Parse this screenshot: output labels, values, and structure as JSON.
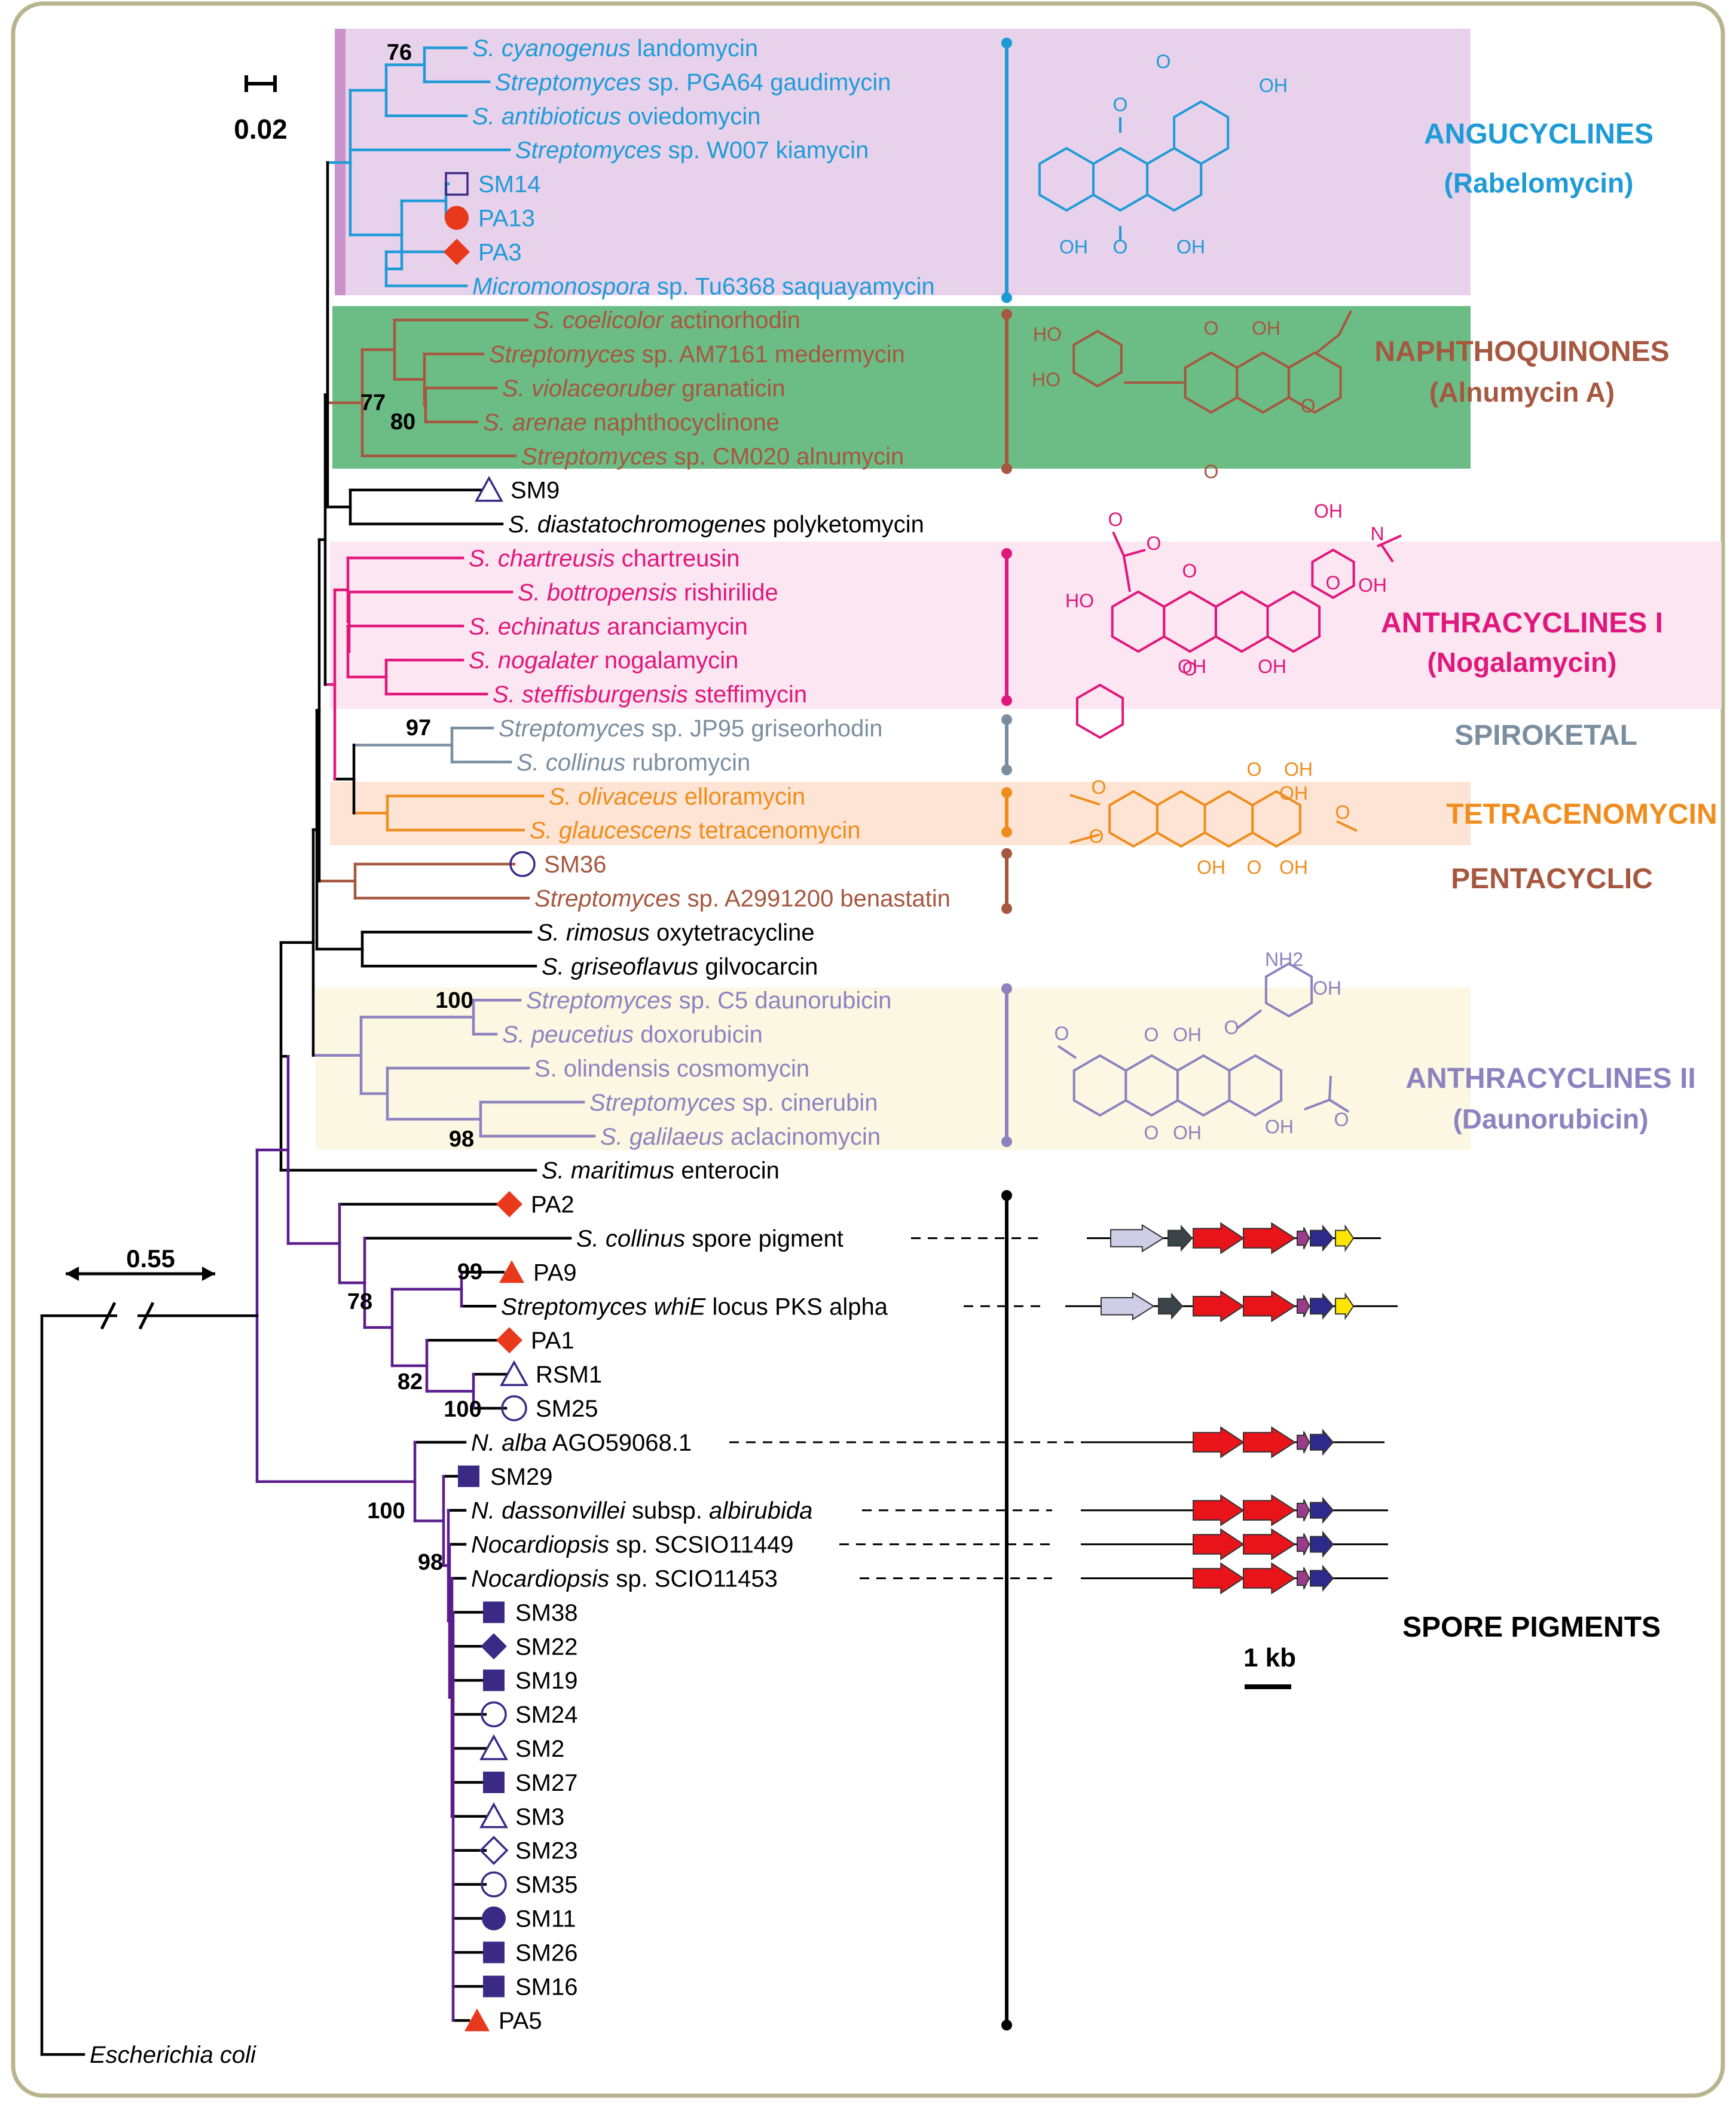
{
  "colors": {
    "frame": "#b8b48e",
    "black": "#000000",
    "angu": "#1e9bd7",
    "angu_bg": "#e4c9e8",
    "naph": "#a6573f",
    "naph_bg": "#5cb578",
    "anth1": "#e0177c",
    "anth1_bg": "#fbe3ef",
    "spiro": "#7b8ea0",
    "tetra": "#f08c1c",
    "tetra_bg": "#fde1cf",
    "penta": "#a6573f",
    "anth2": "#8d82c0",
    "anth2_bg": "#fbf7e0",
    "spore": "#5b1d8c",
    "marker_red": "#e8391d",
    "marker_purple": "#3a2a86",
    "gene_red": "#e8141a",
    "gene_dark": "#3b4448",
    "gene_lilac": "#d0cde6",
    "gene_magenta": "#9a3c8b",
    "gene_navy": "#2e2a8c",
    "gene_yellow": "#ffe500"
  },
  "scale_bar": {
    "label": "0.02"
  },
  "break_scale": {
    "label": "0.55"
  },
  "kb_scale": {
    "label": "1 kb"
  },
  "clades": [
    {
      "key": "angu",
      "name": "ANGUCYCLINES",
      "example": "(Rabelomycin)"
    },
    {
      "key": "naph",
      "name": "NAPHTHOQUINONES",
      "example": "(Alnumycin A)"
    },
    {
      "key": "anth1",
      "name": "ANTHRACYCLINES I",
      "example": "(Nogalamycin)"
    },
    {
      "key": "spiro",
      "name": "SPIROKETAL",
      "example": ""
    },
    {
      "key": "tetra",
      "name": "TETRACENOMYCIN",
      "example": ""
    },
    {
      "key": "penta",
      "name": "PENTACYCLIC",
      "example": ""
    },
    {
      "key": "anth2",
      "name": "ANTHRACYCLINES II",
      "example": "(Daunorubicin)"
    },
    {
      "key": "spore",
      "name": "SPORE PIGMENTS",
      "example": ""
    }
  ],
  "chem_labels": [
    "OH",
    "O",
    "HO",
    "NH2",
    "N"
  ],
  "bootstrap": [
    "76",
    "77",
    "80",
    "97",
    "100",
    "98",
    "99",
    "78",
    "82",
    "100",
    "100",
    "98"
  ],
  "taxa": [
    {
      "it": "S. cyanogenus",
      "rest": " landomycin",
      "clade": "angu"
    },
    {
      "it": "Streptomyces",
      "rest": " sp. PGA64 gaudimycin",
      "clade": "angu"
    },
    {
      "it": "S. antibioticus",
      "rest": " oviedomycin",
      "clade": "angu"
    },
    {
      "it": "Streptomyces",
      "rest": " sp. W007 kiamycin",
      "clade": "angu"
    },
    {
      "it": "",
      "rest": "SM14",
      "clade": "angu",
      "marker": "square-open"
    },
    {
      "it": "",
      "rest": "PA13",
      "clade": "angu",
      "marker": "circle-red"
    },
    {
      "it": "",
      "rest": "PA3",
      "clade": "angu",
      "marker": "diamond-red"
    },
    {
      "it": "Micromonospora",
      "rest": " sp. Tu6368 saquayamycin",
      "clade": "angu"
    },
    {
      "it": "S. coelicolor",
      "rest": " actinorhodin",
      "clade": "naph"
    },
    {
      "it": "Streptomyces",
      "rest": " sp. AM7161 medermycin",
      "clade": "naph"
    },
    {
      "it": "S. violaceoruber",
      "rest": " granaticin",
      "clade": "naph"
    },
    {
      "it": "S. arenae",
      "rest": " naphthocyclinone",
      "clade": "naph"
    },
    {
      "it": "Streptomyces",
      "rest": " sp. CM020 alnumycin",
      "clade": "naph"
    },
    {
      "it": "",
      "rest": "SM9",
      "clade": "black",
      "marker": "triangle-open"
    },
    {
      "it": "S. diastatochromogenes",
      "rest": " polyketomycin",
      "clade": "black"
    },
    {
      "it": "S. chartreusis",
      "rest": " chartreusin",
      "clade": "anth1"
    },
    {
      "it": "S. bottropensis",
      "rest": " rishirilide",
      "clade": "anth1"
    },
    {
      "it": "S. echinatus",
      "rest": " aranciamycin",
      "clade": "anth1"
    },
    {
      "it": "S. nogalater",
      "rest": " nogalamycin",
      "clade": "anth1"
    },
    {
      "it": "S. steffisburgensis",
      "rest": " steffimycin",
      "clade": "anth1"
    },
    {
      "it": "Streptomyces",
      "rest": " sp. JP95 griseorhodin",
      "clade": "spiro"
    },
    {
      "it": "S. collinus",
      "rest": " rubromycin",
      "clade": "spiro"
    },
    {
      "it": "S. olivaceus",
      "rest": " elloramycin",
      "clade": "tetra"
    },
    {
      "it": "S. glaucescens",
      "rest": " tetracenomycin",
      "clade": "tetra"
    },
    {
      "it": "",
      "rest": "SM36",
      "clade": "penta",
      "marker": "circle-open"
    },
    {
      "it": "Streptomyces",
      "rest": " sp. A2991200 benastatin",
      "clade": "penta"
    },
    {
      "it": "S. rimosus",
      "rest": " oxytetracycline",
      "clade": "black"
    },
    {
      "it": "S. griseoflavus",
      "rest": " gilvocarcin",
      "clade": "black"
    },
    {
      "it": "Streptomyces",
      "rest": " sp. C5 daunorubicin",
      "clade": "anth2"
    },
    {
      "it": "S. peucetius",
      "rest": " doxorubicin",
      "clade": "anth2"
    },
    {
      "it": "",
      "rest": "S. olindensis cosmomycin",
      "clade": "anth2"
    },
    {
      "it": "Streptomyces",
      "rest": " sp. cinerubin",
      "clade": "anth2"
    },
    {
      "it": "S. galilaeus",
      "rest": " aclacinomycin",
      "clade": "anth2"
    },
    {
      "it": "S. maritimus",
      "rest": " enterocin",
      "clade": "black"
    },
    {
      "it": "",
      "rest": "PA2",
      "clade": "black",
      "marker": "diamond-red"
    },
    {
      "it": "S. collinus",
      "rest": " spore pigment",
      "clade": "black"
    },
    {
      "it": "",
      "rest": "PA9",
      "clade": "black",
      "marker": "triangle-red"
    },
    {
      "it": "Streptomyces whiE",
      "rest": " locus PKS alpha",
      "clade": "black"
    },
    {
      "it": "",
      "rest": "PA1",
      "clade": "black",
      "marker": "diamond-red"
    },
    {
      "it": "",
      "rest": "RSM1",
      "clade": "black",
      "marker": "triangle-open"
    },
    {
      "it": "",
      "rest": "SM25",
      "clade": "black",
      "marker": "circle-open"
    },
    {
      "it": "N. alba",
      "rest": " AGO59068.1",
      "clade": "black"
    },
    {
      "it": "",
      "rest": "SM29",
      "clade": "black",
      "marker": "square-purple"
    },
    {
      "it": "N. dassonvillei",
      "rest": " subsp. ",
      "it2": "albirubida",
      "clade": "black"
    },
    {
      "it": "Nocardiopsis",
      "rest": " sp. SCSIO11449",
      "clade": "black"
    },
    {
      "it": "Nocardiopsis",
      "rest": " sp. SCIO11453",
      "clade": "black"
    },
    {
      "it": "",
      "rest": "SM38",
      "clade": "black",
      "marker": "square-purple"
    },
    {
      "it": "",
      "rest": "SM22",
      "clade": "black",
      "marker": "diamond-purple"
    },
    {
      "it": "",
      "rest": "SM19",
      "clade": "black",
      "marker": "square-purple"
    },
    {
      "it": "",
      "rest": "SM24",
      "clade": "black",
      "marker": "circle-open"
    },
    {
      "it": "",
      "rest": "SM2",
      "clade": "black",
      "marker": "triangle-open"
    },
    {
      "it": "",
      "rest": "SM27",
      "clade": "black",
      "marker": "square-purple"
    },
    {
      "it": "",
      "rest": "SM3",
      "clade": "black",
      "marker": "triangle-open"
    },
    {
      "it": "",
      "rest": "SM23",
      "clade": "black",
      "marker": "diamond-open"
    },
    {
      "it": "",
      "rest": "SM35",
      "clade": "black",
      "marker": "circle-open"
    },
    {
      "it": "",
      "rest": "SM11",
      "clade": "black",
      "marker": "circle-purple"
    },
    {
      "it": "",
      "rest": "SM26",
      "clade": "black",
      "marker": "square-purple"
    },
    {
      "it": "",
      "rest": "SM16",
      "clade": "black",
      "marker": "square-purple"
    },
    {
      "it": "",
      "rest": "PA5",
      "clade": "black",
      "marker": "triangle-red"
    },
    {
      "it": "Escherichia coli",
      "rest": "",
      "clade": "black"
    }
  ]
}
